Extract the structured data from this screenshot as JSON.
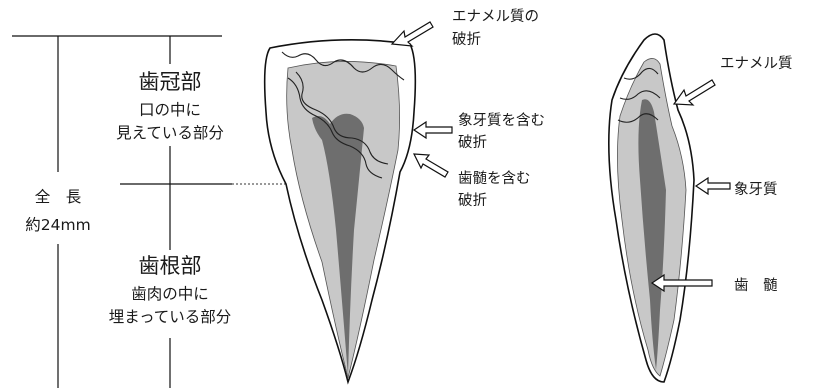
{
  "labels": {
    "crown": "歯冠部",
    "crown_desc_1": "口の中に",
    "crown_desc_2": "見えている部分",
    "total": "全　長",
    "length": "約24mm",
    "root": "歯根部",
    "root_desc_1": "歯肉の中に",
    "root_desc_2": "埋まっている部分",
    "enamel_fracture_1": "エナメル質の",
    "enamel_fracture_2": "破折",
    "dentin_fracture_1": "象牙質を含む",
    "dentin_fracture_2": "破折",
    "pulp_fracture_1": "歯髄を含む",
    "pulp_fracture_2": "破折",
    "enamel": "エナメル質",
    "dentin": "象牙質",
    "pulp": "歯　髄"
  },
  "colors": {
    "enamel": "#ffffff",
    "dentin": "#c8c8c8",
    "pulp": "#6e6e6e",
    "outline": "#111111"
  }
}
